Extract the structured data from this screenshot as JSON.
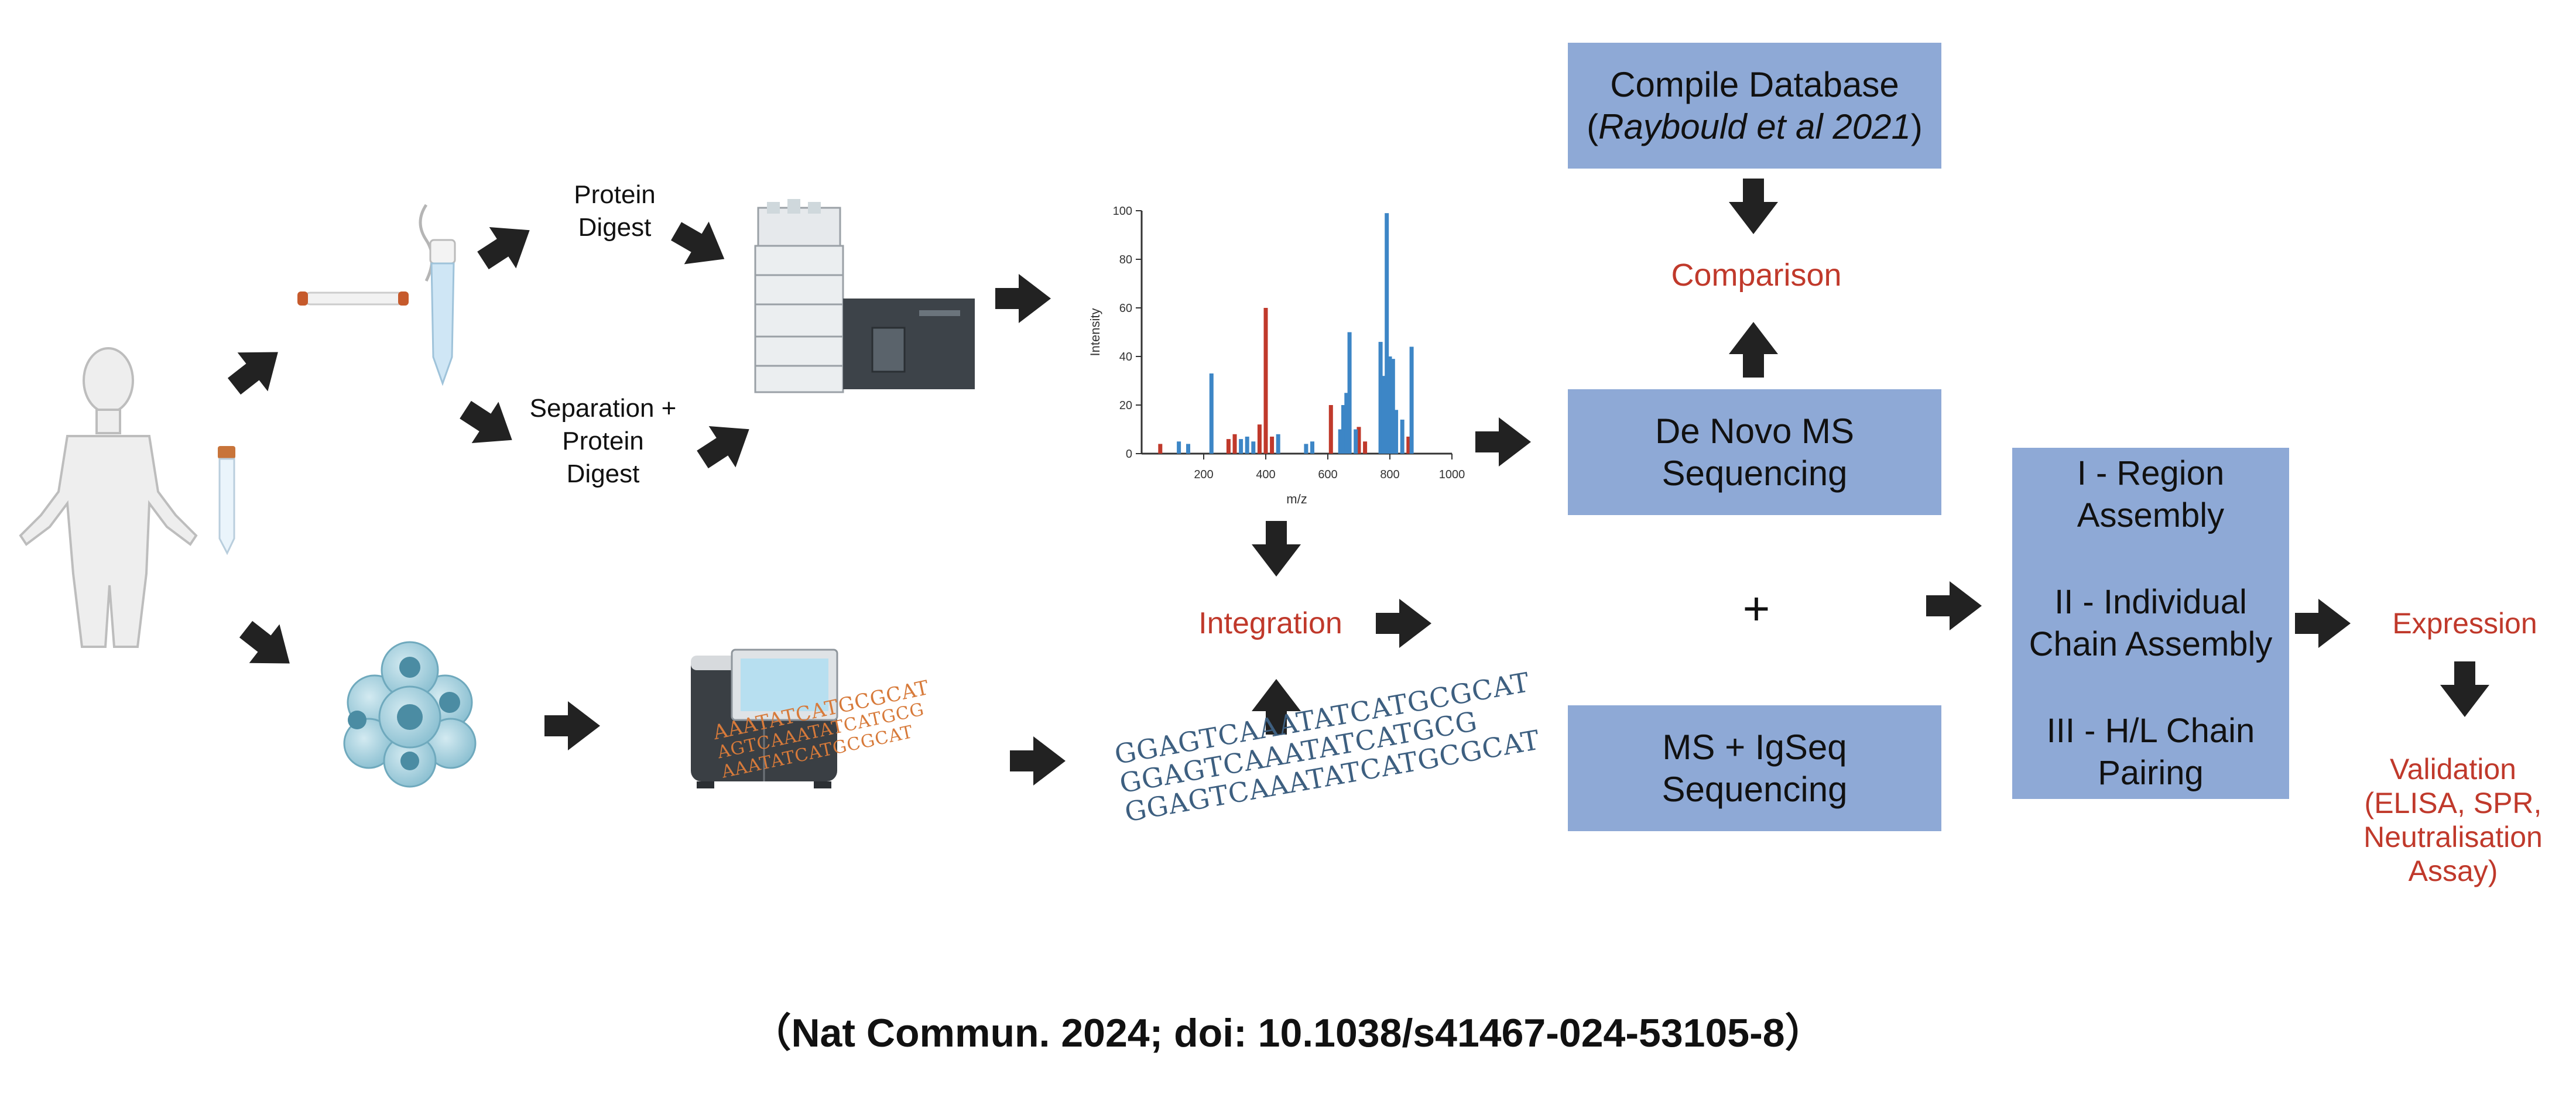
{
  "labels": {
    "protein_digest": [
      "Protein",
      "Digest"
    ],
    "separation_digest": [
      "Separation +",
      "Protein",
      "Digest"
    ],
    "integration": "Integration",
    "comparison": "Comparison",
    "plus": "+",
    "expression": "Expression",
    "validation": [
      "Validation",
      "(ELISA, SPR,",
      "Neutralisation",
      "Assay)"
    ],
    "citation": "（Nat Commun. 2024; doi: 10.1038/s41467-024-53105-8）"
  },
  "boxes": {
    "compile_db": {
      "line1": "Compile Database",
      "line2_open": "(",
      "line2_ital": "Raybould et al 2021",
      "line2_close": ")"
    },
    "denovo": [
      "De Novo MS",
      "Sequencing"
    ],
    "msigseq": [
      "MS + IgSeq",
      "Sequencing"
    ],
    "assembly": [
      "I - Region",
      "Assembly",
      "II - Individual",
      "Chain Assembly",
      "III - H/L Chain",
      "Pairing"
    ]
  },
  "dna_text": {
    "orange": [
      "AAATATCATGCGCAT",
      "AGTCAAATATCATGCG",
      "AAATATCATGCGCAT"
    ],
    "blue": [
      "GGAGTCAAATATCATGCGCAT",
      "GGAGTCAAATATCATGCG",
      "GGAGTCAAATATCATGCGCAT"
    ]
  },
  "colors": {
    "box_fill": "#8ea9d6",
    "accent_red": "#c0392b",
    "arrow": "#222222",
    "bar_blue": "#3d86c6",
    "bar_red": "#c0392b"
  },
  "chart_data": {
    "type": "bar",
    "xlabel": "m/z",
    "ylabel": "Intensity",
    "xlim": [
      0,
      1000
    ],
    "ylim": [
      0,
      100
    ],
    "xticks": [
      200,
      400,
      600,
      800,
      1000
    ],
    "yticks": [
      0,
      20,
      40,
      60,
      80,
      100
    ],
    "series": [
      {
        "color": "red",
        "x": [
          60,
          280,
          300,
          380,
          400,
          420,
          610,
          700,
          720,
          860
        ],
        "y": [
          4,
          6,
          8,
          12,
          60,
          7,
          20,
          11,
          5,
          7
        ]
      },
      {
        "color": "blue",
        "x": [
          120,
          150,
          225,
          320,
          340,
          360,
          440,
          530,
          550,
          640,
          650,
          660,
          670,
          690,
          770,
          780,
          790,
          800,
          810,
          820,
          840,
          870
        ],
        "y": [
          5,
          4,
          33,
          6,
          7,
          5,
          8,
          4,
          5,
          10,
          20,
          25,
          50,
          10,
          46,
          32,
          99,
          40,
          39,
          18,
          14,
          44
        ]
      }
    ]
  }
}
